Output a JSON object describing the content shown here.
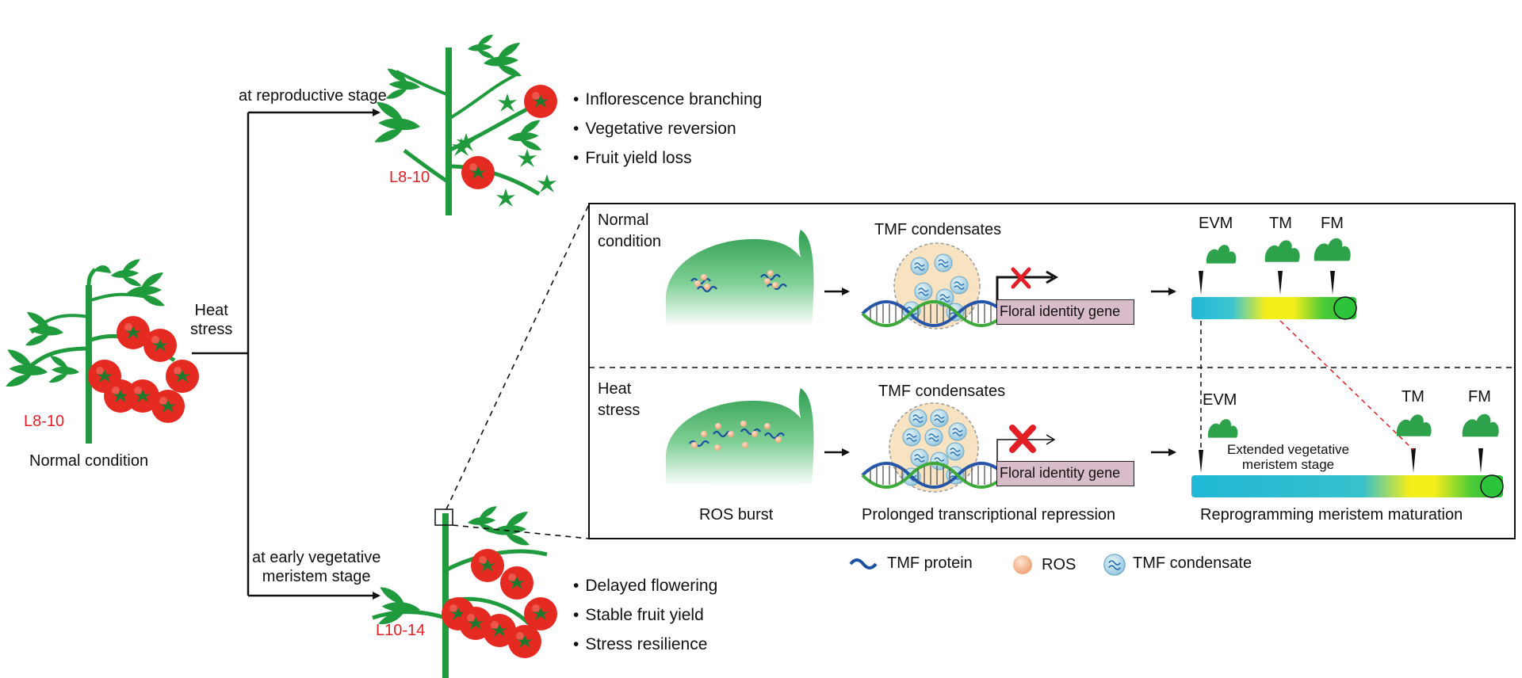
{
  "plants": {
    "normal": {
      "stage_label": "L8-10",
      "caption": "Normal condition"
    },
    "reproductive": {
      "stage_label": "L8-10"
    },
    "vegetative": {
      "stage_label": "L10-14"
    }
  },
  "branches": {
    "trigger": "Heat\nstress",
    "reproductive_label": "at reproductive stage",
    "vegetative_label": "at early vegetative\nmeristem stage"
  },
  "outcomes": {
    "reproductive": [
      "Inflorescence branching",
      "Vegetative reversion",
      "Fruit yield loss"
    ],
    "vegetative": [
      "Delayed flowering",
      "Stable fruit yield",
      "Stress resilience"
    ]
  },
  "panel": {
    "normal": {
      "condition": "Normal\ncondition",
      "condensate_title": "TMF condensates",
      "gene_label": "Floral identity gene",
      "stages": [
        "EVM",
        "TM",
        "FM"
      ]
    },
    "heat": {
      "condition": "Heat\nstress",
      "condensate_title": "TMF condensates",
      "gene_label": "Floral identity gene",
      "stages": [
        "EVM",
        "TM",
        "FM"
      ],
      "extended_note": "Extended vegetative\nmeristem stage"
    },
    "bottom_captions": [
      "ROS burst",
      "Prolonged transcriptional repression",
      "Reprogramming meristem maturation"
    ]
  },
  "legend": {
    "protein": "TMF protein",
    "ros": "ROS",
    "condensate": "TMF condensate"
  },
  "colors": {
    "plant_green": "#1f9a3c",
    "tomato_red": "#e52a22",
    "stage_red": "#e21e26",
    "ros_orange": "#f3b38a",
    "condensate_fill": "#f7e2c2",
    "gene_box": "#d9bcc9",
    "bar_cyan": "#1fb8d6",
    "bar_yellow": "#f4ee1a",
    "bar_green": "#2cc43a"
  },
  "icons": [
    "tomato-plant-icon",
    "meristem-dome-icon",
    "dna-helix-icon",
    "red-x-icon",
    "meristem-stage-icon",
    "arrow-right-icon",
    "wavy-protein-icon",
    "ros-bead-icon",
    "condensate-droplet-icon"
  ]
}
